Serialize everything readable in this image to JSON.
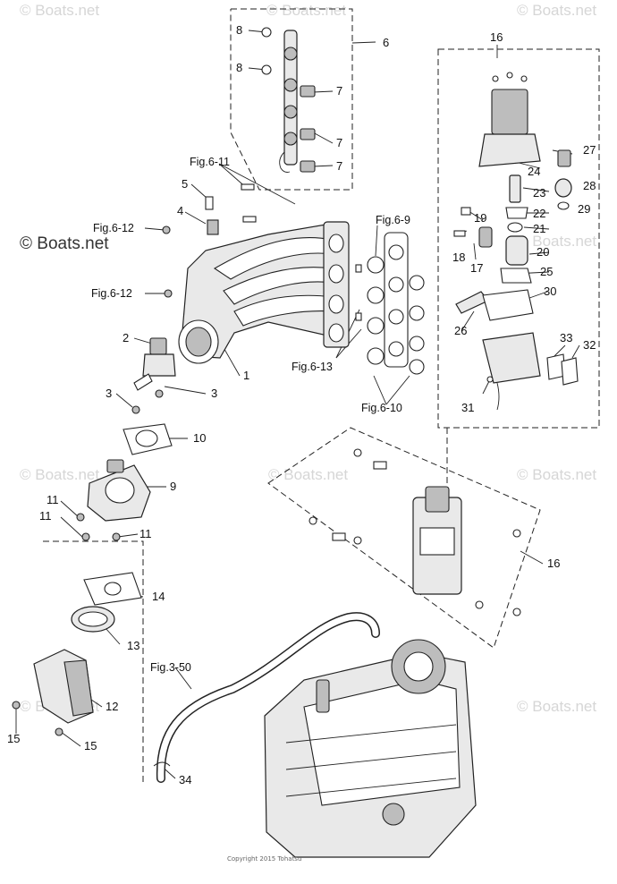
{
  "watermarks": {
    "site": "© Boats.net",
    "brand_mark": "© Boats.net"
  },
  "copyright": "Copyright 2015 Tohatsu",
  "callouts": {
    "c1": "1",
    "c2": "2",
    "c3a": "3",
    "c3b": "3",
    "c4": "4",
    "c5": "5",
    "c6": "6",
    "c7a": "7",
    "c7b": "7",
    "c7c": "7",
    "c8a": "8",
    "c8b": "8",
    "c9": "9",
    "c10": "10",
    "c11a": "11",
    "c11b": "11",
    "c11c": "11",
    "c12": "12",
    "c13": "13",
    "c14": "14",
    "c15a": "15",
    "c15b": "15",
    "c16a": "16",
    "c16b": "16",
    "c17": "17",
    "c18": "18",
    "c19": "19",
    "c20": "20",
    "c21": "21",
    "c22": "22",
    "c23": "23",
    "c24": "24",
    "c25": "25",
    "c26": "26",
    "c27": "27",
    "c28": "28",
    "c29": "29",
    "c30": "30",
    "c31": "31",
    "c32": "32",
    "c33": "33",
    "c34": "34"
  },
  "figure_refs": {
    "fig6_11": "Fig.6-11",
    "fig6_12a": "Fig.6-12",
    "fig6_12b": "Fig.6-12",
    "fig6_9": "Fig.6-9",
    "fig6_13": "Fig.6-13",
    "fig6_10": "Fig.6-10",
    "fig3_50": "Fig.3-50"
  }
}
